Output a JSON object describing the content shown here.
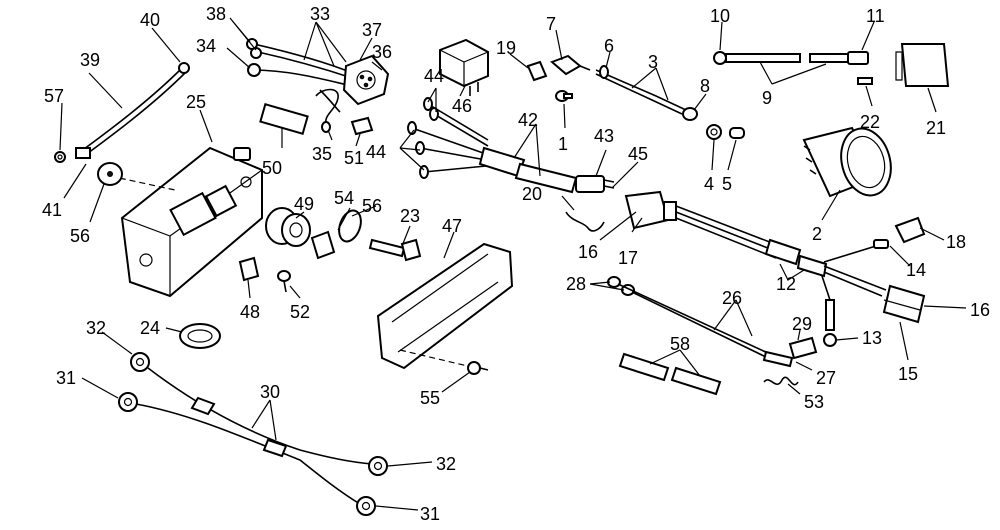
{
  "callouts": {
    "c1": "1",
    "c2": "2",
    "c3": "3",
    "c4": "4",
    "c5": "5",
    "c6": "6",
    "c7": "7",
    "c8": "8",
    "c9": "9",
    "c10": "10",
    "c11": "11",
    "c12": "12",
    "c13": "13",
    "c14": "14",
    "c15": "15",
    "c16a": "16",
    "c16b": "16",
    "c17": "17",
    "c18": "18",
    "c19": "19",
    "c20": "20",
    "c21": "21",
    "c22": "22",
    "c23": "23",
    "c24": "24",
    "c25": "25",
    "c26": "26",
    "c27": "27",
    "c28": "28",
    "c29": "29",
    "c30": "30",
    "c31a": "31",
    "c31b": "31",
    "c32a": "32",
    "c32b": "32",
    "c33": "33",
    "c34": "34",
    "c35": "35",
    "c36": "36",
    "c37": "37",
    "c38": "38",
    "c39": "39",
    "c40": "40",
    "c41": "41",
    "c42": "42",
    "c43": "43",
    "c44a": "44",
    "c44b": "44",
    "c45": "45",
    "c46": "46",
    "c47": "47",
    "c48": "48",
    "c49": "49",
    "c50": "50",
    "c51": "51",
    "c52": "52",
    "c53": "53",
    "c54": "54",
    "c55": "55",
    "c56a": "56",
    "c56b": "56",
    "c57": "57",
    "c58": "58"
  }
}
